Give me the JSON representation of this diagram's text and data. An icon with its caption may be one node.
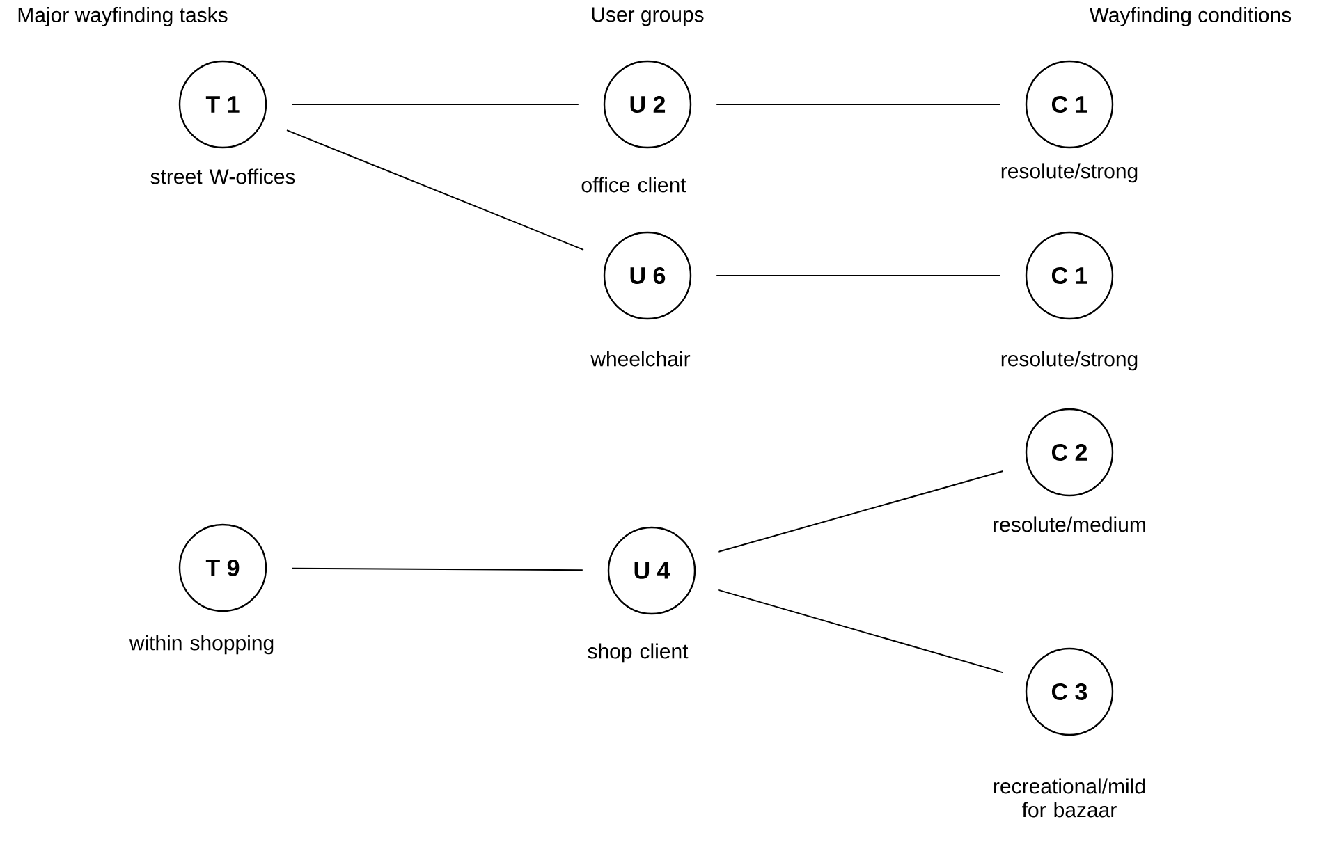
{
  "diagram": {
    "nodes": [
      {
        "text": [
          "T 1"
        ],
        "beside": [
          "street W-offices"
        ]
      },
      {
        "text": [
          "U 2"
        ],
        "beside": [
          "office client"
        ]
      },
      {
        "text": [
          "C 1"
        ],
        "beside": [
          "resolute/strong"
        ]
      },
      {
        "text": [
          "U 6"
        ],
        "beside": [
          "wheelchair"
        ]
      },
      {
        "text": [
          "C 1"
        ],
        "beside": [
          "resolute/strong"
        ]
      },
      {
        "text": [
          "C 2"
        ],
        "beside": [
          "resolute/medium"
        ]
      },
      {
        "text": [
          "T 9"
        ],
        "beside": [
          "within shopping"
        ]
      },
      {
        "text": [
          "U 4"
        ],
        "beside": [
          "shop client"
        ]
      },
      {
        "text": [
          "C 3"
        ],
        "beside": [
          "recreational/mild for bazaar"
        ]
      }
    ],
    "edges": [
      {
        "from": 0,
        "to": 1,
        "arrow": "none"
      },
      {
        "from": 0,
        "to": 3,
        "arrow": "none"
      },
      {
        "from": 1,
        "to": 2,
        "arrow": "none"
      },
      {
        "from": 3,
        "to": 4,
        "arrow": "none"
      },
      {
        "from": 6,
        "to": 7,
        "arrow": "none"
      },
      {
        "from": 7,
        "to": 5,
        "arrow": "none"
      },
      {
        "from": 7,
        "to": 8,
        "arrow": "none"
      }
    ],
    "labels": [
      "Major wayfinding tasks",
      "User groups",
      "Wayfinding conditions"
    ]
  }
}
